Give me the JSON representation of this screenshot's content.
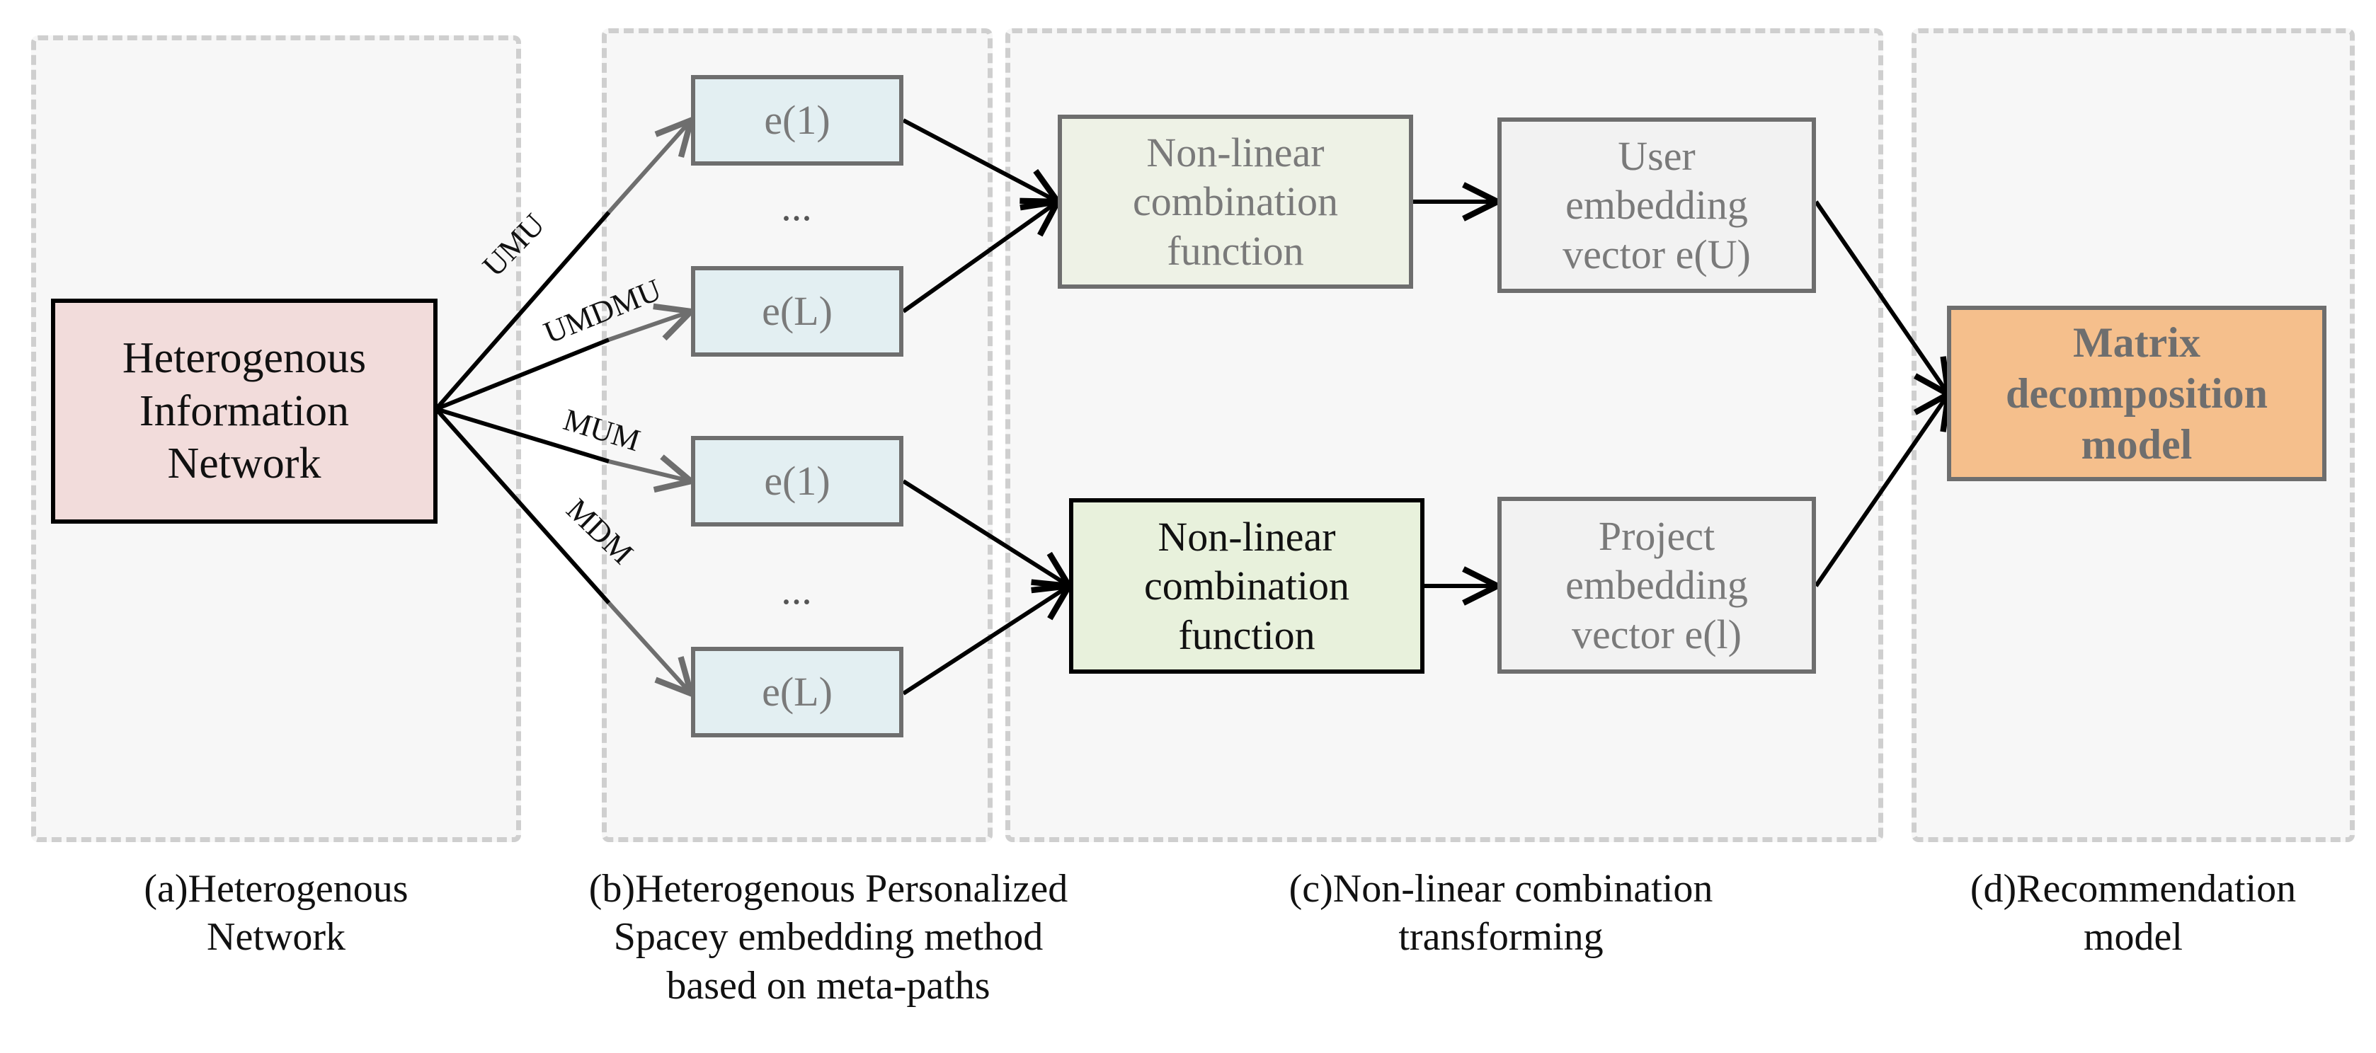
{
  "hin_box": {
    "lines": [
      "Heterogenous",
      "Information",
      "Network"
    ]
  },
  "embeddings": {
    "upper_first": "e(1)",
    "upper_dots": "...",
    "upper_last": "e(L)",
    "lower_first": "e(1)",
    "lower_dots": "...",
    "lower_last": "e(L)"
  },
  "meta_paths": [
    "UMU",
    "UMDMU",
    "MUM",
    "MDM"
  ],
  "nonlinear_top": {
    "lines": [
      "Non-linear",
      "combination",
      "function"
    ]
  },
  "nonlinear_bottom": {
    "lines": [
      "Non-linear",
      "combination",
      "function"
    ]
  },
  "user_vector": {
    "lines": [
      "User",
      "embedding",
      "vector e(U)"
    ]
  },
  "project_vector": {
    "lines": [
      "Project",
      "embedding",
      "vector e(l)"
    ]
  },
  "matrix_model": {
    "lines": [
      "Matrix",
      "decomposition",
      "model"
    ]
  },
  "captions": {
    "a": [
      "(a)Heterogenous",
      "Network"
    ],
    "b": [
      "(b)Heterogenous Personalized",
      "Spacey embedding method",
      "based on meta-paths"
    ],
    "c": [
      "(c)Non-linear combination",
      "transforming"
    ],
    "d": [
      "(d)Recommendation",
      "model"
    ]
  },
  "colors": {
    "hin_fill": "#f2dcdb",
    "embedding_fill": "#e3eff2",
    "nonlinear_top_fill": "#eef2e6",
    "nonlinear_bottom_fill": "#e8f1dc",
    "vector_fill": "#f2f2f2",
    "matrix_fill": "#f5bf8c",
    "panel_fill": "#f7f7f7"
  }
}
